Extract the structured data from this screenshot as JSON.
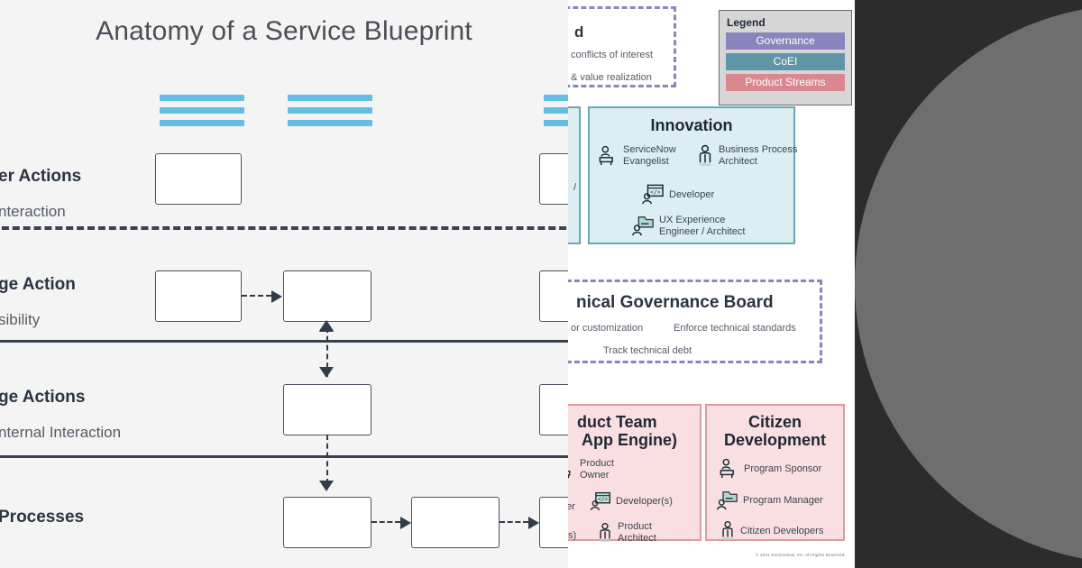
{
  "blueprint": {
    "title": "Anatomy of a Service Blueprint",
    "lanes": [
      {
        "label": "er Actions",
        "sub": "nteraction"
      },
      {
        "label": "ge Action",
        "sub": "sibility"
      },
      {
        "label": "ge Actions",
        "sub": "nternal Interaction"
      },
      {
        "label": "Processes",
        "sub": ""
      }
    ]
  },
  "overlay": {
    "legend": {
      "title": "Legend",
      "rows": [
        {
          "label": "Governance",
          "color": "#8b85bd"
        },
        {
          "label": "CoEI",
          "color": "#6095a8"
        },
        {
          "label": "Product Streams",
          "color": "#d9888f"
        }
      ]
    },
    "governance_top": {
      "title": "d",
      "items": [
        "conflicts of interest",
        "& value realization"
      ]
    },
    "governance_mid": {
      "title": "nical Governance Board",
      "items": [
        "or customization",
        "Enforce technical standards",
        "Track technical debt"
      ]
    },
    "coei_innovation": {
      "title": "Innovation",
      "roles": [
        {
          "icon": "person-desk-icon",
          "label": "ServiceNow\nEvangelist"
        },
        {
          "icon": "person-suit-icon",
          "label": "Business Process\nArchitect"
        },
        {
          "icon": "person-code-icon",
          "label": "Developer"
        },
        {
          "icon": "person-folder-icon",
          "label": "UX Experience\nEngineer / Architect"
        }
      ]
    },
    "product_team": {
      "title": "duct Team\n App Engine)",
      "roles": [
        {
          "icon": "person-desk-icon",
          "label": "Product\nOwner"
        },
        {
          "icon": "person-code-icon",
          "label": "Developer(s)"
        },
        {
          "icon": "person-suit-icon",
          "label": "Product\nArchitect"
        }
      ],
      "clipped": [
        "er",
        "s)"
      ]
    },
    "citizen_development": {
      "title": "Citizen\nDevelopment",
      "roles": [
        {
          "icon": "person-desk-icon",
          "label": "Program Sponsor"
        },
        {
          "icon": "person-folder-icon",
          "label": "Program Manager"
        },
        {
          "icon": "person-suit-icon",
          "label": "Citizen Developers"
        }
      ]
    },
    "copyright": "© 2021 ServiceNow, Inc. All Rights Reserved."
  }
}
